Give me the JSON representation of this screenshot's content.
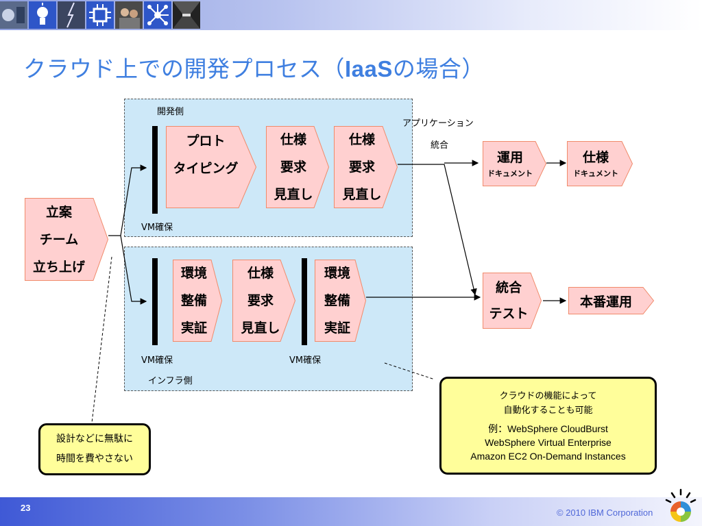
{
  "header": {
    "title_pre": "クラウド上での開発プロセス（",
    "title_bold": "IaaS",
    "title_post": "の場合）"
  },
  "regions": {
    "dev_label": "開発側",
    "infra_label": "インフラ側"
  },
  "vm_labels": [
    "VM確保",
    "VM確保",
    "VM確保"
  ],
  "boxes": {
    "start": [
      "立案",
      "チーム",
      "立ち上げ"
    ],
    "prototyping": [
      "プロト",
      "タイピング"
    ],
    "spec_review_1": [
      "仕様",
      "要求",
      "見直し"
    ],
    "spec_review_2": [
      "仕様",
      "要求",
      "見直し"
    ],
    "env_setup_1": [
      "環境",
      "整備",
      "実証"
    ],
    "spec_review_3": [
      "仕様",
      "要求",
      "見直し"
    ],
    "env_setup_2": [
      "環境",
      "整備",
      "実証"
    ],
    "operation": [
      "運用",
      "ドキュメント"
    ],
    "spec_doc": [
      "仕様",
      "ドキュメント"
    ],
    "integration_test": [
      "統合",
      "テスト"
    ],
    "production": "本番運用"
  },
  "app_integration": [
    "アプリケーション",
    "統合"
  ],
  "callouts": {
    "left": [
      "設計などに無駄に",
      "時間を費やさない"
    ],
    "right": [
      "クラウドの機能によって",
      "自動化することも可能",
      "例：WebSphere CloudBurst",
      "WebSphere Virtual Enterprise",
      "Amazon EC2 On-Demand Instances"
    ]
  },
  "footer": {
    "page_number": "23",
    "copyright": "© 2010 IBM Corporation"
  },
  "colors": {
    "title": "#3f7fe0",
    "box_fill": "#ffd0d0",
    "box_stroke": "#f08a6a",
    "region_fill": "#cde8f8",
    "callout_fill": "#fffe9a"
  }
}
